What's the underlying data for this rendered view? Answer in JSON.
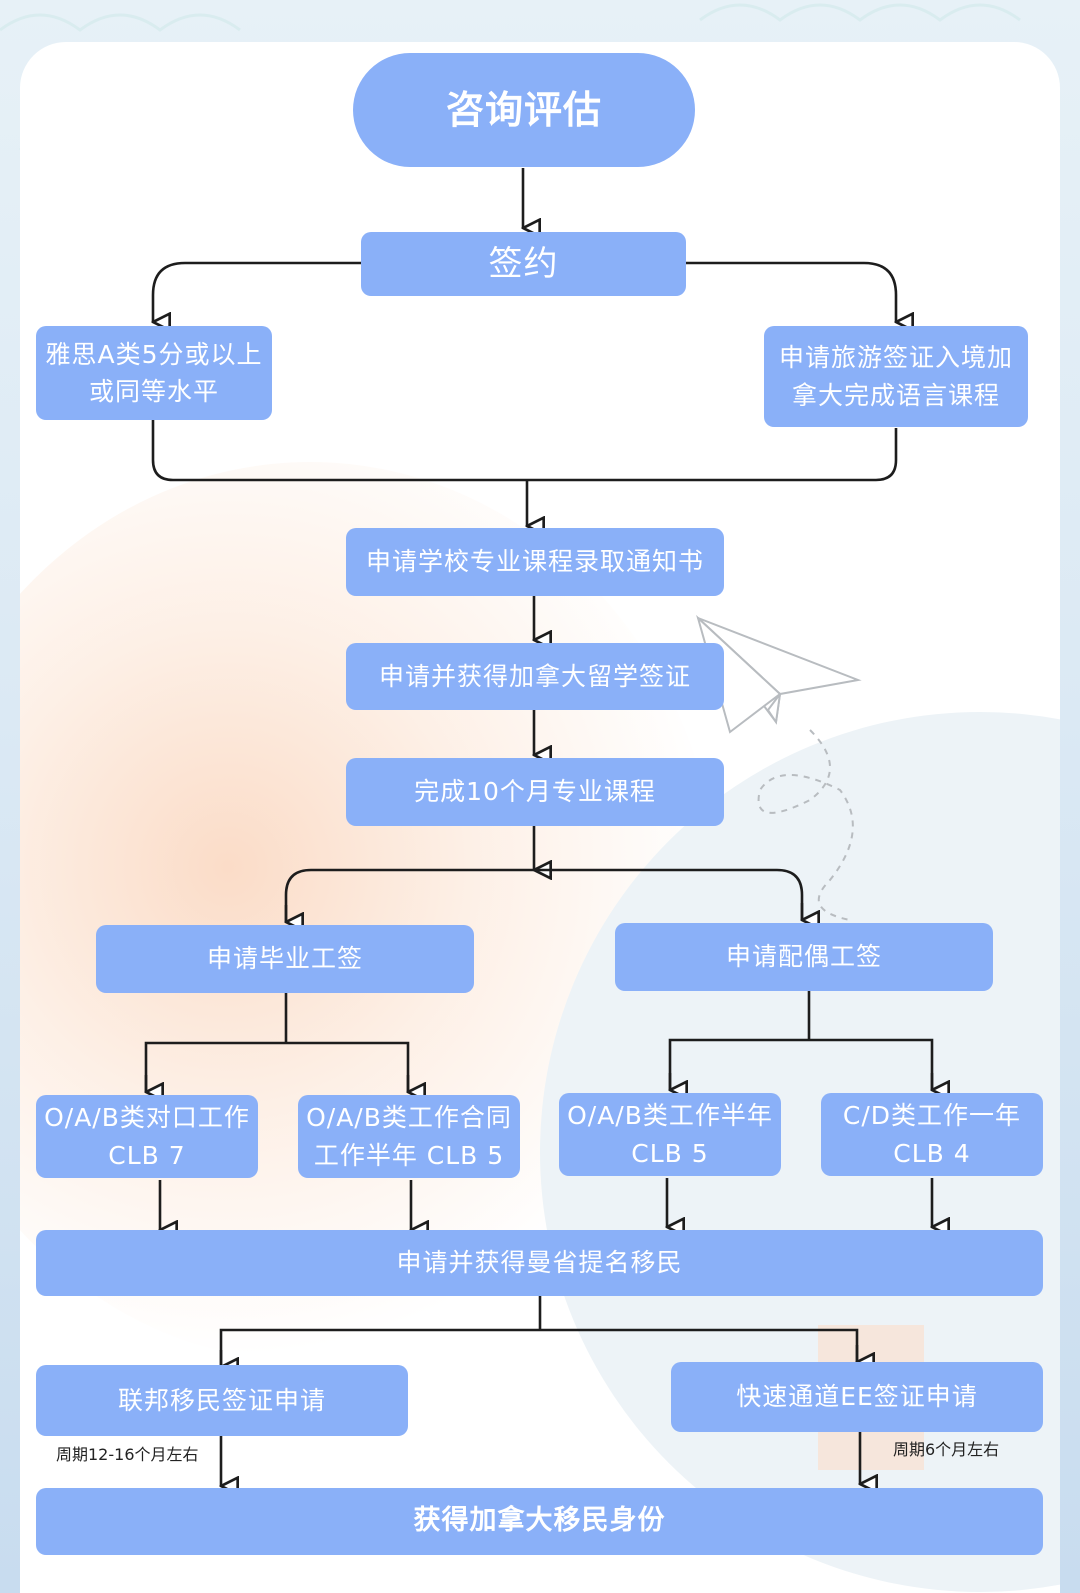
{
  "colors": {
    "node_fill": "#8ab0f8",
    "node_text": "#ffffff",
    "connector": "#1d1d1d",
    "background": "#dbe9f4",
    "card": "#ffffff"
  },
  "nodes": {
    "consult": "咨询评估",
    "sign": "签约",
    "ielts": "雅思A类5分或以上\n或同等水平",
    "tourist_visa": "申请旅游签证入境加\n拿大完成语言课程",
    "admission": "申请学校专业课程录取通知书",
    "study_visa": "申请并获得加拿大留学签证",
    "course": "完成10个月专业课程",
    "grad_work": "申请毕业工签",
    "spouse_work": "申请配偶工签",
    "oab_match": "O/A/B类对口工作\nCLB 7",
    "oab_contract": "O/A/B类工作合同\n工作半年 CLB 5",
    "oab_half": "O/A/B类工作半年\nCLB 5",
    "cd_year": "C/D类工作一年\nCLB 4",
    "pnp": "申请并获得曼省提名移民",
    "federal": "联邦移民签证申请",
    "express": "快速通道EE签证申请",
    "pr": "获得加拿大移民身份"
  },
  "notes": {
    "federal_cycle": "周期12-16个月左右",
    "express_cycle": "周期6个月左右"
  },
  "icons": {
    "decor": "paper-plane-icon",
    "arrow": "arrowhead-icon"
  }
}
